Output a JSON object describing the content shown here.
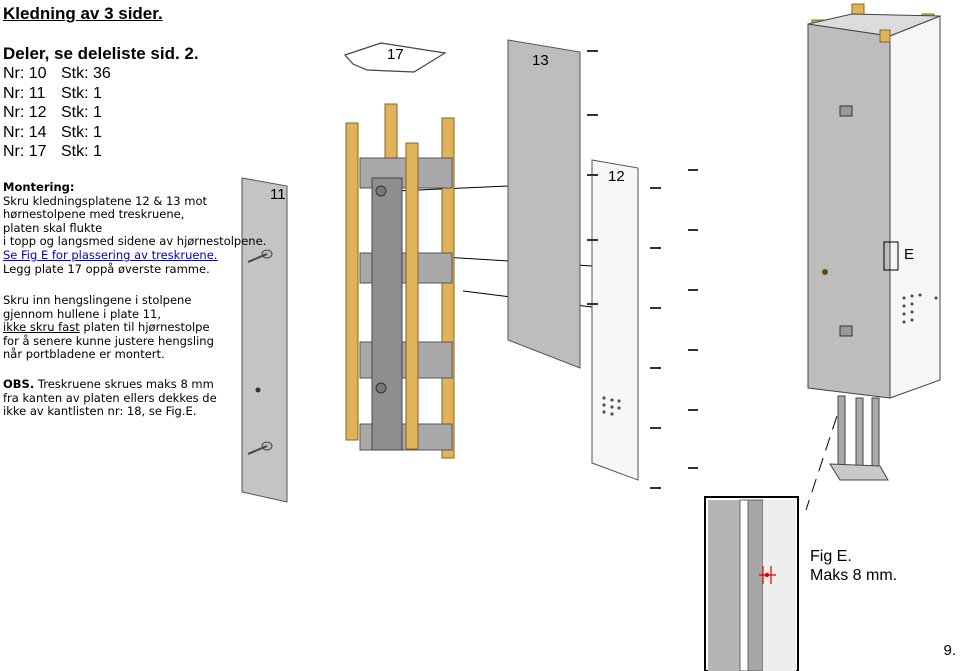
{
  "title": "Kledning av 3 sider.",
  "parts": {
    "heading": "Deler, se deleliste sid. 2.",
    "rows": [
      {
        "nr": "Nr: 10",
        "stk": "Stk: 36"
      },
      {
        "nr": "Nr: 11",
        "stk": "Stk: 1"
      },
      {
        "nr": "Nr: 12",
        "stk": "Stk: 1"
      },
      {
        "nr": "Nr: 14",
        "stk": "Stk: 1"
      },
      {
        "nr": "Nr: 17",
        "stk": "Stk: 1"
      }
    ]
  },
  "montering": {
    "heading": "Montering:",
    "lines": [
      "Skru kledningsplatene 12 & 13 mot",
      "hørnestolpene med treskruene,",
      "platen skal flukte",
      "i topp og langsmed sidene av hjørnestolpene."
    ],
    "blue_line": "Se Fig E for plassering av treskruene.",
    "last_line": "Legg plate 17 oppå øverste ramme."
  },
  "hinges": {
    "line1": "Skru inn hengslingene i stolpene",
    "line2": "gjennom hullene i plate 11,",
    "line3_underlined": "ikke skru fast",
    "line3_rest": " platen til hjørnestolpe",
    "line4": "for å senere kunne justere hengsling",
    "line5": "når portbladene er montert."
  },
  "obs": {
    "label": "OBS.",
    "line1_rest": " Treskruene skrues maks 8 mm",
    "line2": "fra kanten av platen ellers dekkes de",
    "line3": "ikke av kantlisten nr: 18, se Fig.E."
  },
  "labels": {
    "plate17": "17",
    "plate13": "13",
    "plate12": "12",
    "plate11": "11",
    "detail": "E"
  },
  "figure": {
    "name": "Fig E.",
    "note": "Maks 8 mm."
  },
  "page_number": "9.",
  "colors": {
    "wood": "#e0b35a",
    "wood_dark": "#b8862e",
    "plate": "#bdbdbd",
    "metal": "#9a9a9a",
    "screw_mark": "#dd0000"
  }
}
